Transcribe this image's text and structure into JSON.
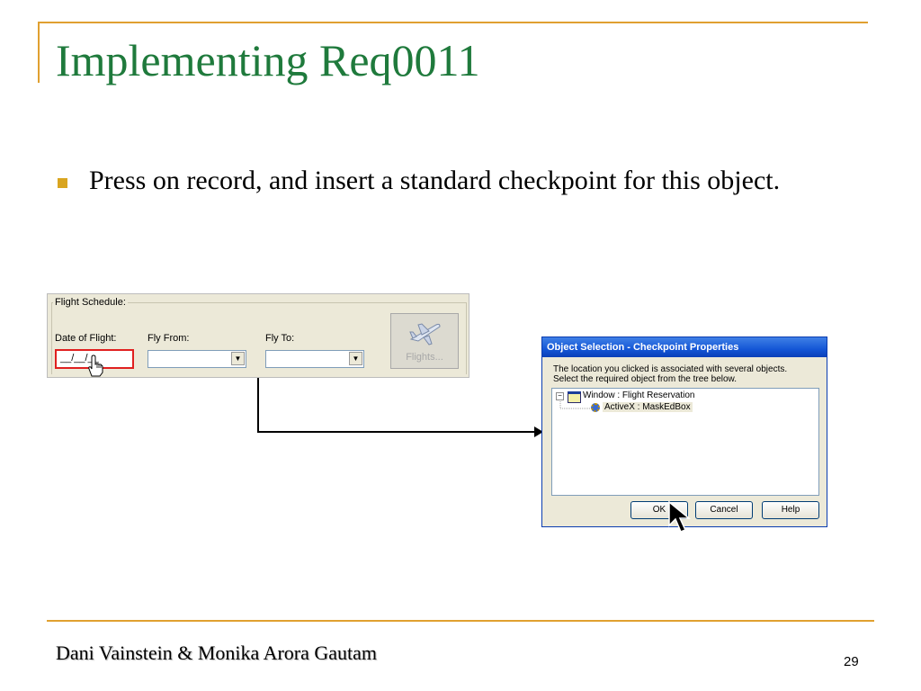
{
  "slide": {
    "title": "Implementing Req0011",
    "bullet": "Press on record, and insert a standard checkpoint for this object.",
    "footer_author": "Dani Vainstein & Monika Arora Gautam",
    "page_number": "29"
  },
  "flight_schedule": {
    "group_label": "Flight Schedule:",
    "date_label": "Date of Flight:",
    "date_value": "__/__/__",
    "fly_from_label": "Fly From:",
    "fly_to_label": "Fly To:",
    "flights_button": "Flights...",
    "dropdown_glyph": "▼"
  },
  "dialog": {
    "title": "Object Selection - Checkpoint Properties",
    "message_line1": "The location you clicked is associated with several objects.",
    "message_line2": "Select the required object from the tree below.",
    "tree_root": "Window : Flight Reservation",
    "tree_child": "ActiveX : MaskEdBox",
    "tree_expander": "−",
    "ok_label": "OK",
    "cancel_label": "Cancel",
    "help_label": "Help"
  },
  "colors": {
    "title_green": "#1f7a3c",
    "accent_gold": "#e0a030",
    "highlight_red": "#e02020"
  },
  "icons": [
    "airplane-icon",
    "hand-cursor-icon",
    "window-icon",
    "activex-gear-icon",
    "arrow-cursor-icon"
  ]
}
